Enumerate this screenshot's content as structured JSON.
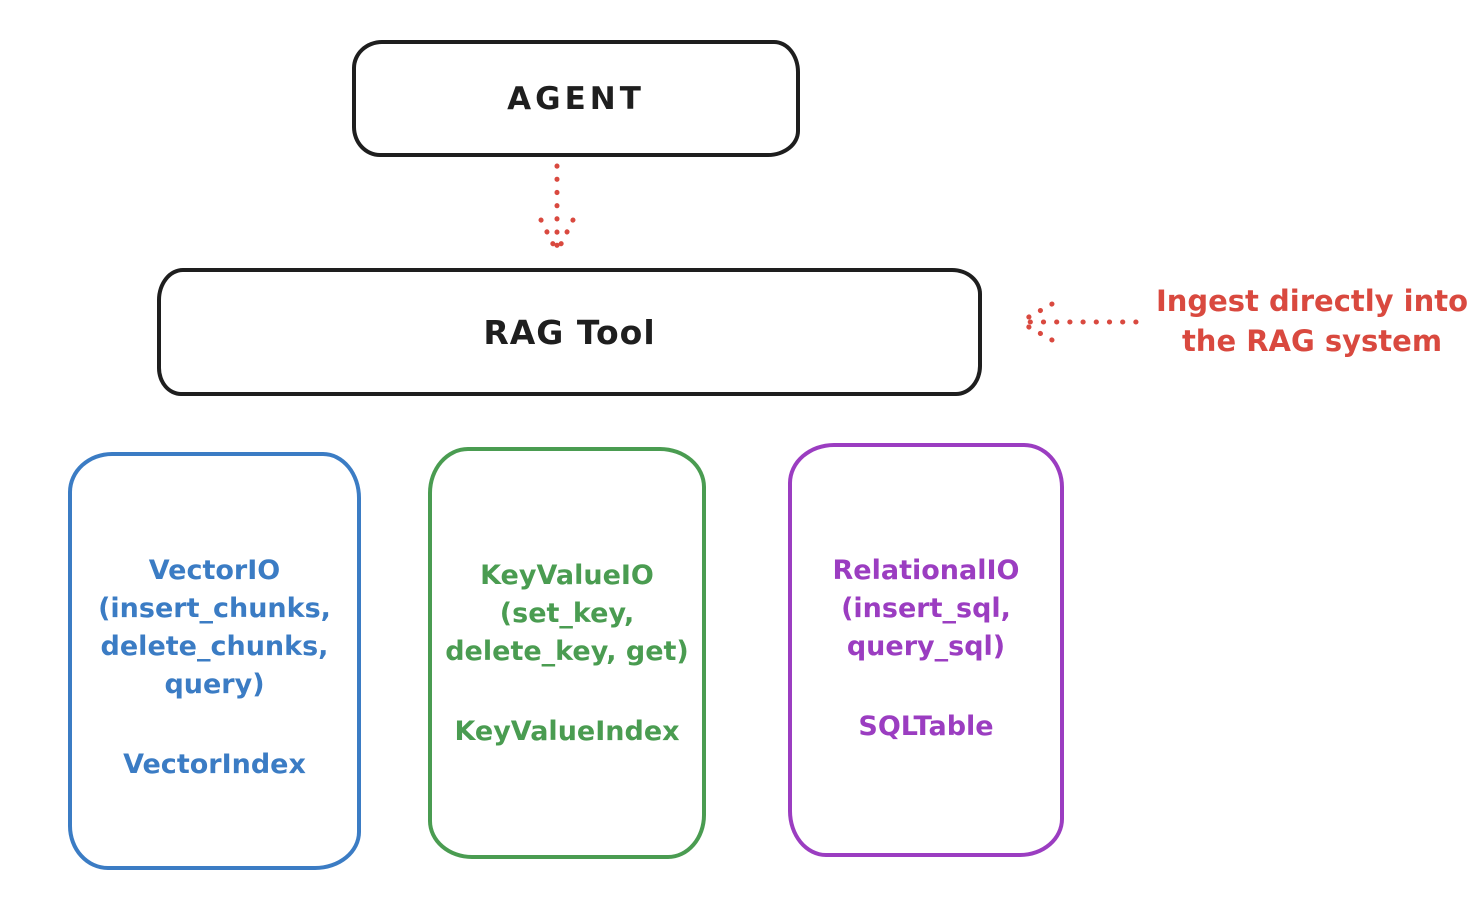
{
  "diagram": {
    "agent": {
      "label": "AGENT"
    },
    "rag_tool": {
      "label": "RAG Tool"
    },
    "annotation": {
      "line1": "Ingest directly into",
      "line2": "the RAG system"
    },
    "io_boxes": [
      {
        "id": "vector-io",
        "lines": [
          "VectorIO",
          "(insert_chunks,",
          "delete_chunks,",
          "query)"
        ],
        "index_label": "VectorIndex",
        "color": "#3b7cc4"
      },
      {
        "id": "keyvalue-io",
        "lines": [
          "KeyValueIO",
          "(set_key,",
          "delete_key, get)"
        ],
        "index_label": "KeyValueIndex",
        "color": "#4a9c51"
      },
      {
        "id": "relational-io",
        "lines": [
          "RelationalIO",
          "(insert_sql,",
          "query_sql)"
        ],
        "index_label": "SQLTable",
        "color": "#9b3dc1"
      }
    ],
    "colors": {
      "outline": "#1e1e1e",
      "accent_red": "#d9493f",
      "background": "#ffffff"
    }
  }
}
